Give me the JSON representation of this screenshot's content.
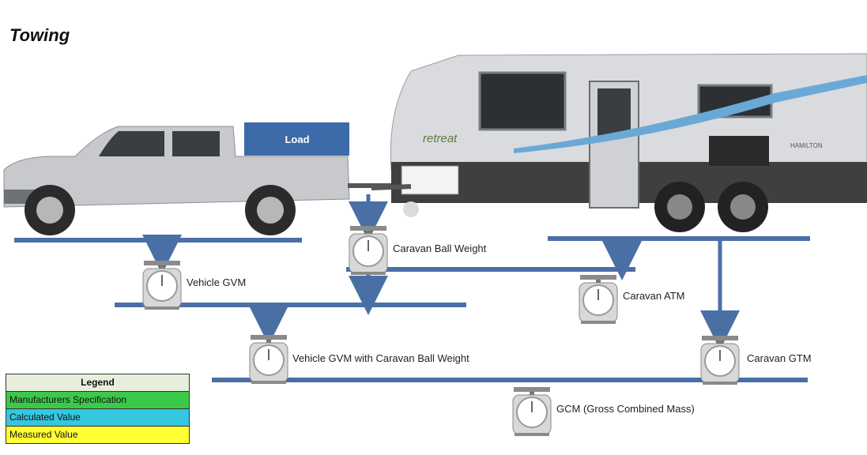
{
  "title": "Towing",
  "load_label": "Load",
  "caravan_brand": "retreat",
  "caravan_model": "HAMILTON",
  "labels": {
    "caravan_ball_weight": "Caravan Ball Weight",
    "vehicle_gvm": "Vehicle GVM",
    "caravan_atm": "Caravan ATM",
    "vehicle_gvm_with_ball": "Vehicle GVM with Caravan Ball Weight",
    "caravan_gtm": "Caravan GTM",
    "gcm": "GCM (Gross Combined Mass)"
  },
  "legend": {
    "heading": "Legend",
    "items": [
      {
        "label": "Manufacturers Specification",
        "color": "#3cc94a"
      },
      {
        "label": "Calculated Value",
        "color": "#35c6e0"
      },
      {
        "label": "Measured Value",
        "color": "#ffff33"
      }
    ]
  },
  "colors": {
    "bar": "#4a6fa5",
    "load_box": "#3d6aa8"
  }
}
